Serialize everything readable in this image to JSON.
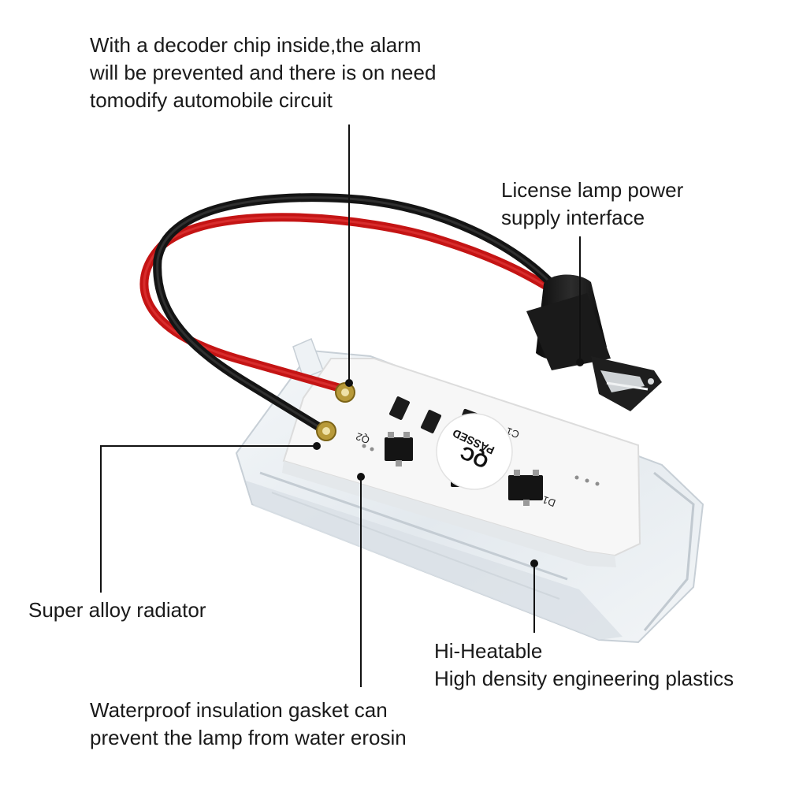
{
  "callouts": {
    "decoder": {
      "lines": [
        "With a decoder chip inside,the alarm",
        "will be prevented and there is on need",
        "tomodify automobile circuit"
      ]
    },
    "power_interface": {
      "lines": [
        "License lamp power",
        "supply interface"
      ]
    },
    "radiator": {
      "lines": [
        "Super alloy radiator"
      ]
    },
    "plastics": {
      "lines": [
        "Hi-Heatable",
        "High density engineering plastics"
      ]
    },
    "gasket": {
      "lines": [
        "Waterproof insulation gasket can",
        "prevent the lamp from water erosin"
      ]
    }
  },
  "pcb_labels": {
    "qc_sticker_top": "QC",
    "qc_sticker_bottom": "PASSED",
    "q2": "Q2",
    "d1": "D1",
    "c1": "C1"
  },
  "colors": {
    "red_wire": "#d41414",
    "black_wire": "#1c1c1c",
    "pcb_white": "#f6f6f6",
    "housing_clear": "#e9eef2",
    "leader_line": "#111111"
  }
}
